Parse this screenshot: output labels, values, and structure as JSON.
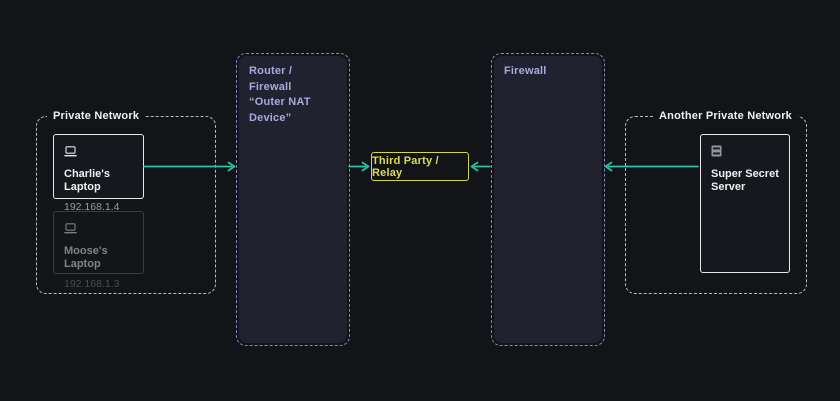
{
  "colors": {
    "background": "#131418",
    "arrow_teal": "#2cc3a6",
    "relay_yellow": "#d5d64e",
    "firewall_lavender": "#a6aadd",
    "network_border_white": "#b9bbc1",
    "active_card_border": "#e7e8ea",
    "dim_text": "#7f8288",
    "box_fill": "#212230"
  },
  "left_network": {
    "label": "Private Network",
    "nodes": [
      {
        "name": "Charlie's Laptop",
        "ip": "192.168.1.4",
        "icon": "laptop-icon",
        "state": "active"
      },
      {
        "name": "Moose's Laptop",
        "ip": "192.168.1.3",
        "icon": "laptop-icon",
        "state": "dimmed"
      }
    ]
  },
  "router_box": {
    "title": "Router / Firewall",
    "subtitle": "“Outer NAT Device”"
  },
  "relay": {
    "label": "Third Party / Relay"
  },
  "firewall_box": {
    "title": "Firewall"
  },
  "right_network": {
    "label": "Another Private Network",
    "server": {
      "name": "Super Secret Server",
      "icon": "server-icon"
    }
  },
  "connections": [
    {
      "from": "charlies-laptop",
      "to": "router-firewall-box",
      "direction": "right"
    },
    {
      "from": "router-firewall-box",
      "to": "third-party-relay",
      "direction": "right"
    },
    {
      "from": "firewall-box",
      "to": "third-party-relay",
      "direction": "left"
    },
    {
      "from": "super-secret-server",
      "to": "firewall-box",
      "direction": "left"
    }
  ]
}
